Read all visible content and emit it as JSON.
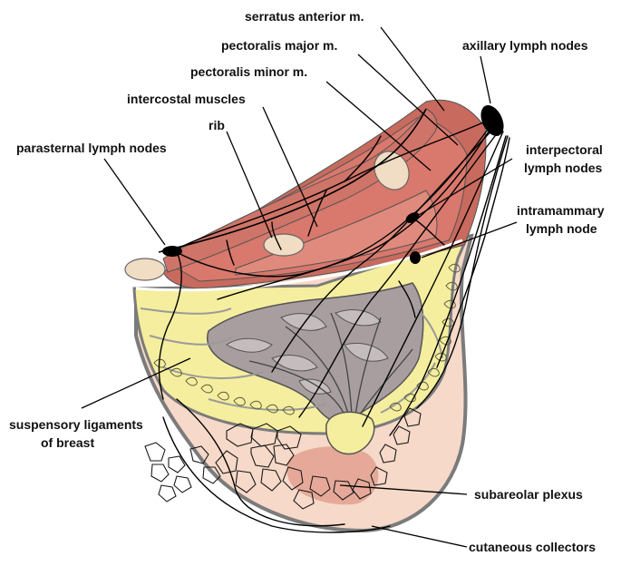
{
  "labels": {
    "serratus_anterior": "serratus anterior m.",
    "pectoralis_major": "pectoralis major m.",
    "axillary_nodes": "axillary lymph nodes",
    "pectoralis_minor": "pectoralis minor m.",
    "intercostal_muscles": "intercostal muscles",
    "rib": "rib",
    "parasternal_nodes": "parasternal lymph nodes",
    "interpectoral_line1": "interpectoral",
    "interpectoral_line2": "lymph nodes",
    "intramammary_line1": "intramammary",
    "intramammary_line2": "lymph node",
    "suspensory_line1": "suspensory ligaments",
    "suspensory_line2": "of breast",
    "subareolar": "subareolar plexus",
    "cutaneous": "cutaneous collectors"
  },
  "colors": {
    "muscle": "#d9786c",
    "muscle_dark": "#c86a5e",
    "rib": "#f1dcc4",
    "fat": "#f5ee9e",
    "gland": "#a89ea0",
    "gland_light": "#c4bcbd",
    "skin": "#f6d9c8",
    "areola": "#e0988a",
    "node": "#000000"
  }
}
